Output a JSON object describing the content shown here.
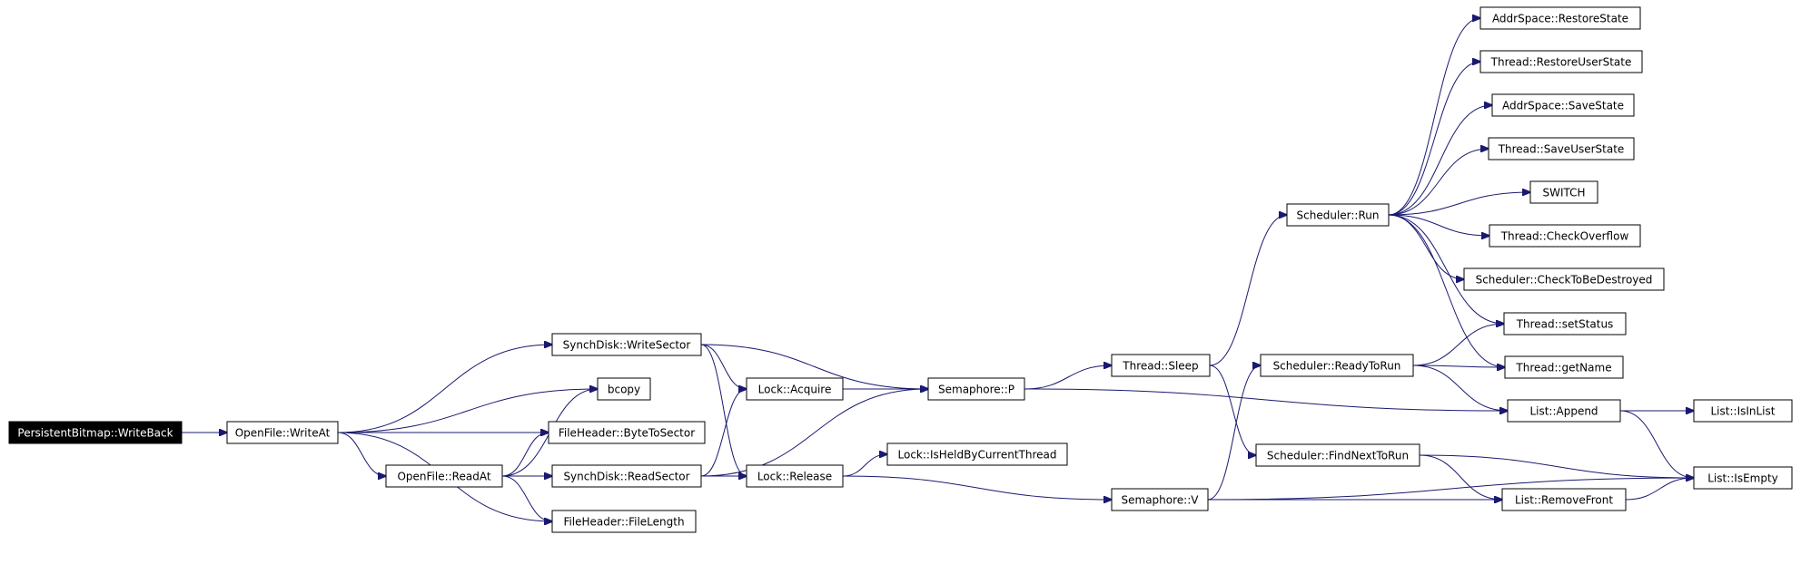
{
  "graph": {
    "root": "persistentbitmap-writeback",
    "edge_color": "#191970",
    "root_fill": "#000000",
    "root_text_color": "#ffffff",
    "nodes": [
      {
        "id": "persistentbitmap-writeback",
        "label": "PersistentBitmap::WriteBack"
      },
      {
        "id": "openfile-writeat",
        "label": "OpenFile::WriteAt"
      },
      {
        "id": "synchdisk-writesector",
        "label": "SynchDisk::WriteSector"
      },
      {
        "id": "bcopy",
        "label": "bcopy"
      },
      {
        "id": "fileheader-bytetosector",
        "label": "FileHeader::ByteToSector"
      },
      {
        "id": "openfile-readat",
        "label": "OpenFile::ReadAt"
      },
      {
        "id": "synchdisk-readsector",
        "label": "SynchDisk::ReadSector"
      },
      {
        "id": "fileheader-filelength",
        "label": "FileHeader::FileLength"
      },
      {
        "id": "lock-acquire",
        "label": "Lock::Acquire"
      },
      {
        "id": "lock-release",
        "label": "Lock::Release"
      },
      {
        "id": "semaphore-p",
        "label": "Semaphore::P"
      },
      {
        "id": "lock-isheldbycurrentthread",
        "label": "Lock::IsHeldByCurrentThread"
      },
      {
        "id": "semaphore-v",
        "label": "Semaphore::V"
      },
      {
        "id": "thread-sleep",
        "label": "Thread::Sleep"
      },
      {
        "id": "scheduler-run",
        "label": "Scheduler::Run"
      },
      {
        "id": "scheduler-readytorun",
        "label": "Scheduler::ReadyToRun"
      },
      {
        "id": "scheduler-findnexttorun",
        "label": "Scheduler::FindNextToRun"
      },
      {
        "id": "addrspace-restorestate",
        "label": "AddrSpace::RestoreState"
      },
      {
        "id": "thread-restoreuserstate",
        "label": "Thread::RestoreUserState"
      },
      {
        "id": "addrspace-savestate",
        "label": "AddrSpace::SaveState"
      },
      {
        "id": "thread-saveuserstate",
        "label": "Thread::SaveUserState"
      },
      {
        "id": "switch",
        "label": "SWITCH"
      },
      {
        "id": "thread-checkoverflow",
        "label": "Thread::CheckOverflow"
      },
      {
        "id": "scheduler-checktobedestroyed",
        "label": "Scheduler::CheckToBeDestroyed"
      },
      {
        "id": "thread-setstatus",
        "label": "Thread::setStatus"
      },
      {
        "id": "thread-getname",
        "label": "Thread::getName"
      },
      {
        "id": "list-append",
        "label": "List::Append"
      },
      {
        "id": "list-isinlist",
        "label": "List::IsInList"
      },
      {
        "id": "list-isempty",
        "label": "List::IsEmpty"
      },
      {
        "id": "list-removefront",
        "label": "List::RemoveFront"
      }
    ],
    "edges": [
      [
        "persistentbitmap-writeback",
        "openfile-writeat"
      ],
      [
        "openfile-writeat",
        "synchdisk-writesector"
      ],
      [
        "openfile-writeat",
        "bcopy"
      ],
      [
        "openfile-writeat",
        "fileheader-bytetosector"
      ],
      [
        "openfile-writeat",
        "openfile-readat"
      ],
      [
        "openfile-writeat",
        "fileheader-filelength"
      ],
      [
        "openfile-readat",
        "bcopy"
      ],
      [
        "openfile-readat",
        "fileheader-bytetosector"
      ],
      [
        "openfile-readat",
        "synchdisk-readsector"
      ],
      [
        "openfile-readat",
        "fileheader-filelength"
      ],
      [
        "synchdisk-writesector",
        "lock-acquire"
      ],
      [
        "synchdisk-writesector",
        "semaphore-p"
      ],
      [
        "synchdisk-writesector",
        "lock-release"
      ],
      [
        "synchdisk-readsector",
        "lock-acquire"
      ],
      [
        "synchdisk-readsector",
        "semaphore-p"
      ],
      [
        "synchdisk-readsector",
        "lock-release"
      ],
      [
        "lock-acquire",
        "semaphore-p"
      ],
      [
        "lock-release",
        "lock-isheldbycurrentthread"
      ],
      [
        "lock-release",
        "semaphore-v"
      ],
      [
        "semaphore-p",
        "thread-sleep"
      ],
      [
        "semaphore-p",
        "list-append"
      ],
      [
        "semaphore-v",
        "scheduler-readytorun"
      ],
      [
        "semaphore-v",
        "list-removefront"
      ],
      [
        "semaphore-v",
        "list-isempty"
      ],
      [
        "thread-sleep",
        "scheduler-run"
      ],
      [
        "thread-sleep",
        "scheduler-findnexttorun"
      ],
      [
        "scheduler-run",
        "addrspace-restorestate"
      ],
      [
        "scheduler-run",
        "thread-restoreuserstate"
      ],
      [
        "scheduler-run",
        "addrspace-savestate"
      ],
      [
        "scheduler-run",
        "thread-saveuserstate"
      ],
      [
        "scheduler-run",
        "switch"
      ],
      [
        "scheduler-run",
        "thread-checkoverflow"
      ],
      [
        "scheduler-run",
        "scheduler-checktobedestroyed"
      ],
      [
        "scheduler-run",
        "thread-setstatus"
      ],
      [
        "scheduler-run",
        "thread-getname"
      ],
      [
        "scheduler-readytorun",
        "thread-setstatus"
      ],
      [
        "scheduler-readytorun",
        "thread-getname"
      ],
      [
        "scheduler-readytorun",
        "list-append"
      ],
      [
        "scheduler-findnexttorun",
        "list-isempty"
      ],
      [
        "scheduler-findnexttorun",
        "list-removefront"
      ],
      [
        "list-append",
        "list-isinlist"
      ],
      [
        "list-append",
        "list-isempty"
      ],
      [
        "list-removefront",
        "list-isempty"
      ]
    ]
  }
}
